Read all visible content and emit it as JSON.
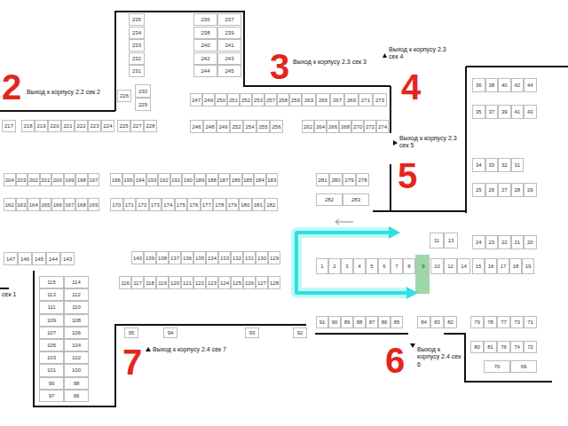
{
  "diagram": {
    "labels": [
      "235",
      "234",
      "233",
      "232",
      "231",
      "230",
      "229",
      "236",
      "238",
      "240",
      "242",
      "244",
      "237",
      "239",
      "241",
      "243",
      "245",
      "226",
      "217",
      "218",
      "219",
      "220",
      "221",
      "222",
      "223",
      "224",
      "225",
      "227",
      "228",
      "247",
      "249",
      "250",
      "251",
      "252",
      "253",
      "257",
      "258",
      "259",
      "246",
      "248",
      "249",
      "252",
      "254",
      "255",
      "256",
      "263",
      "265",
      "267",
      "269",
      "271",
      "273",
      "262",
      "264",
      "266",
      "268",
      "270",
      "272",
      "274",
      "204",
      "203",
      "202",
      "201",
      "200",
      "199",
      "198",
      "197",
      "196",
      "195",
      "194",
      "193",
      "192",
      "191",
      "190",
      "189",
      "188",
      "187",
      "186",
      "185",
      "184",
      "183",
      "162",
      "163",
      "164",
      "165",
      "166",
      "167",
      "168",
      "169",
      "170",
      "171",
      "172",
      "173",
      "174",
      "175",
      "176",
      "177",
      "178",
      "179",
      "180",
      "181",
      "182",
      "281",
      "280",
      "279",
      "278",
      "282",
      "283",
      "147",
      "146",
      "145",
      "144",
      "143",
      "115",
      "114",
      "113",
      "112",
      "111",
      "110",
      "109",
      "108",
      "107",
      "106",
      "105",
      "104",
      "103",
      "102",
      "101",
      "100",
      "99",
      "98",
      "97",
      "96",
      "140",
      "139",
      "138",
      "137",
      "136",
      "135",
      "134",
      "133",
      "132",
      "131",
      "130",
      "129",
      "116",
      "117",
      "118",
      "119",
      "120",
      "121",
      "122",
      "123",
      "124",
      "125",
      "126",
      "127",
      "128",
      "95",
      "94",
      "93",
      "92",
      "1",
      "2",
      "3",
      "4",
      "5",
      "6",
      "7",
      "8",
      "9",
      "10",
      "12",
      "14",
      "15",
      "16",
      "17",
      "18",
      "19",
      "11",
      "13",
      "91",
      "90",
      "89",
      "88",
      "87",
      "86",
      "85",
      "84",
      "83",
      "82",
      "36",
      "38",
      "40",
      "42",
      "44",
      "35",
      "37",
      "39",
      "41",
      "43",
      "34",
      "33",
      "32",
      "31",
      "25",
      "26",
      "27",
      "28",
      "29",
      "24",
      "23",
      "22",
      "21",
      "20",
      "79",
      "78",
      "77",
      "73",
      "71",
      "80",
      "81",
      "76",
      "74",
      "72",
      "70",
      "69",
      "2",
      "Выход к корпусу 2.2 сек 2",
      "3",
      "Выход к корпусу 2.3 сек 3",
      "4",
      "Выход к корпусу 2.3 сек 4",
      "5",
      "Выход к корпусу 2.3 сек 5",
      "сек 1",
      "7",
      "Выход к корпусу 2.4 сек 7",
      "6",
      "Выход к корпусу 2.4 сек 6"
    ]
  }
}
